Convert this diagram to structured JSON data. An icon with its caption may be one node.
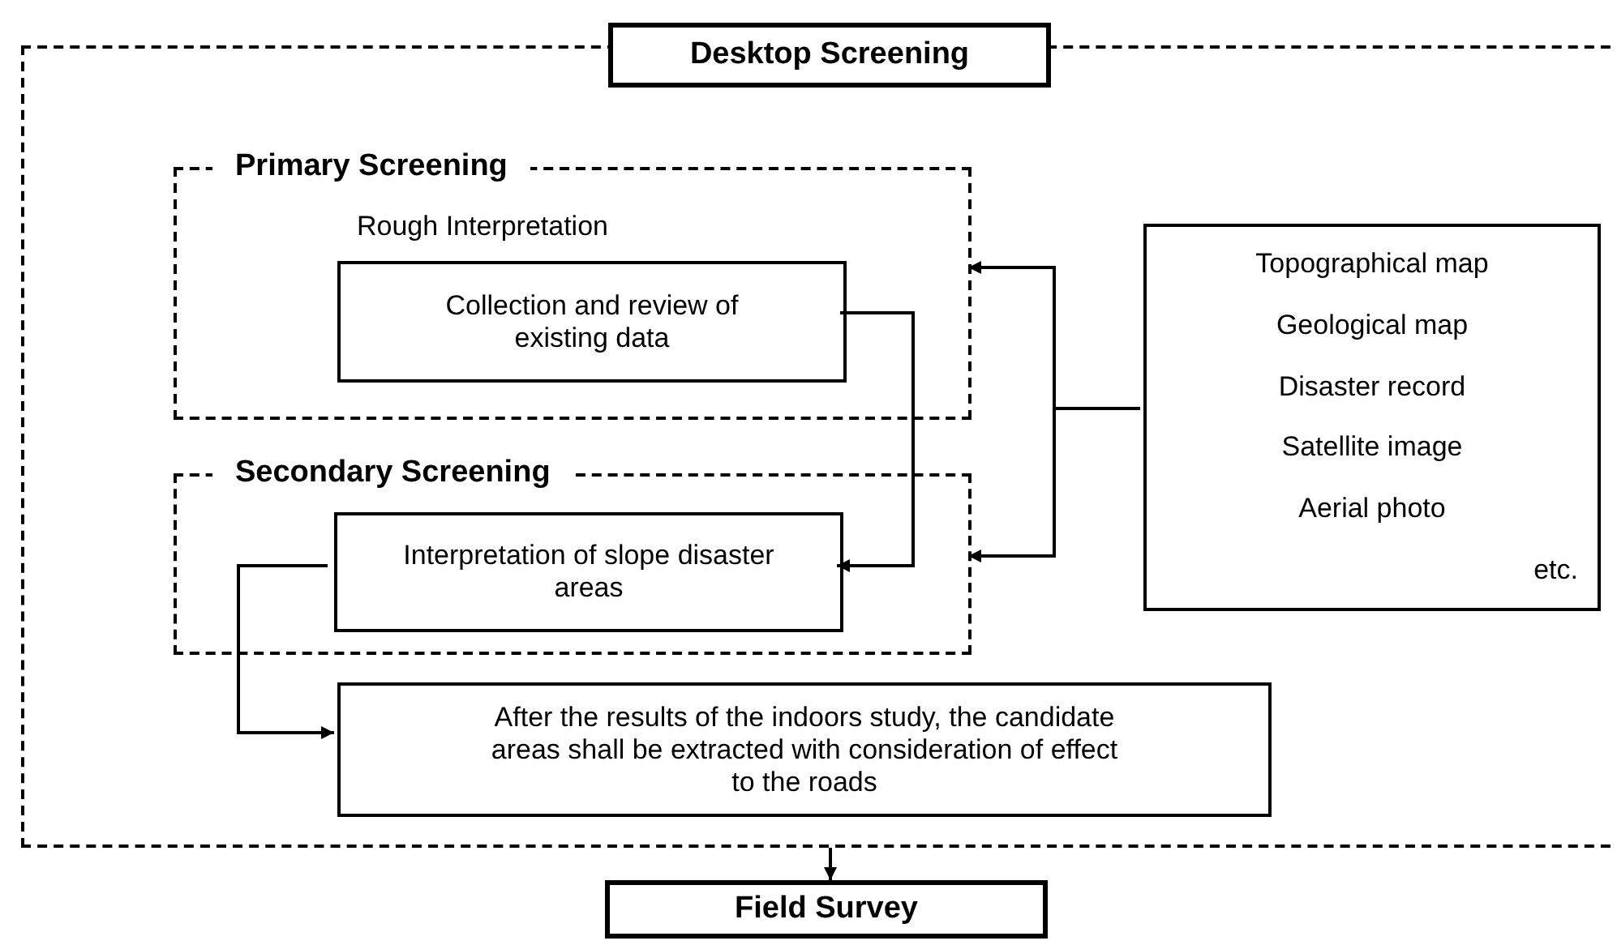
{
  "diagram": {
    "nodes": [
      {
        "text": [
          "Desktop Screening"
        ]
      },
      {
        "text": [],
        "shape": "box"
      },
      {
        "text": [
          "Primary Screening",
          "Rough Interpretation"
        ],
        "in": 1
      },
      {
        "text": [
          "Collection and review of existing data"
        ],
        "in": 2
      },
      {
        "text": [
          "Secondary Screening"
        ],
        "in": 1
      },
      {
        "text": [
          "Interpretation of slope disaster areas"
        ],
        "in": 4
      },
      {
        "text": [
          "After the results of the indoors study, the candidate areas shall be extracted with consideration of effect to the roads"
        ],
        "in": 1
      },
      {
        "text": [
          "Topographical map",
          "Geological map",
          "Disaster record",
          "Satellite image",
          "Aerial photo",
          "etc."
        ],
        "in": 1
      },
      {
        "text": [
          "Field Survey"
        ]
      }
    ],
    "edges": [
      {
        "from": 7,
        "to": 2,
        "arrow": "to"
      },
      {
        "from": 7,
        "to": 4,
        "arrow": "to"
      },
      {
        "from": 3,
        "to": 5,
        "arrow": "to"
      },
      {
        "from": 5,
        "to": 6,
        "arrow": "to"
      },
      {
        "from": 1,
        "to": 8,
        "arrow": "to"
      }
    ]
  }
}
